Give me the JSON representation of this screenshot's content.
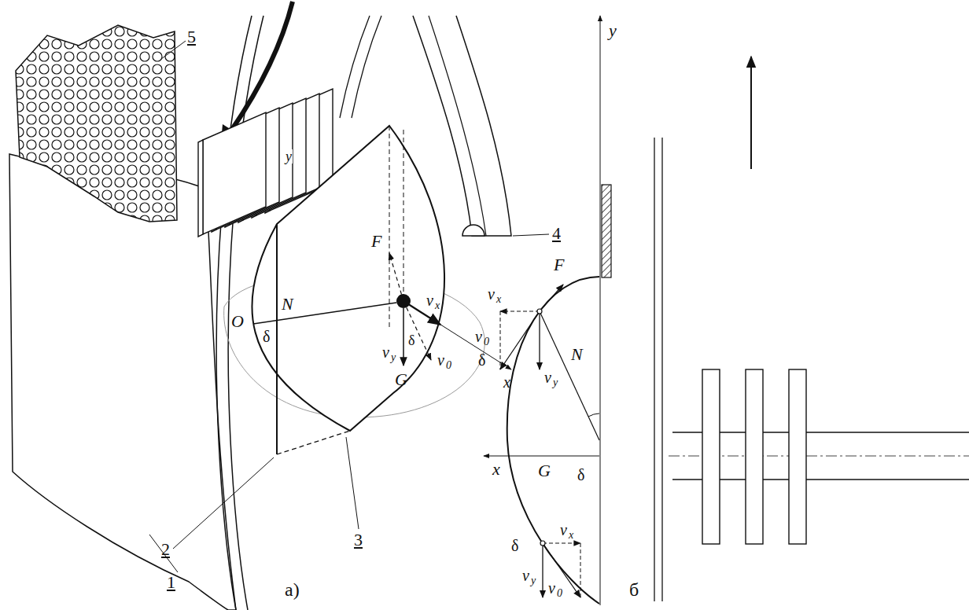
{
  "diagram": {
    "labels": [
      "5",
      "y",
      "F",
      "O",
      "N",
      "δ",
      "v",
      "x",
      "δ",
      "v",
      "y",
      "x",
      "v",
      "0",
      "G",
      "1",
      "2",
      "3",
      "4",
      "а)",
      "y",
      "F",
      "v",
      "x",
      "N",
      "v",
      "0",
      "δ",
      "v",
      "y",
      "x",
      "G",
      "δ",
      "δ",
      "v",
      "x",
      "v",
      "y",
      "v",
      "0",
      "б"
    ]
  }
}
